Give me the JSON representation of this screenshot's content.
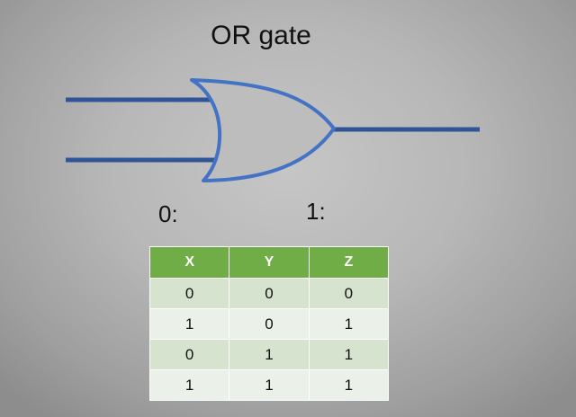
{
  "title": "OR gate",
  "labels": {
    "zero": "0:",
    "one": "1:"
  },
  "colors": {
    "gate_stroke": "#4472c4",
    "wire": "#2f5597",
    "header_bg": "#70ad47",
    "row_odd": "#d6e3cf",
    "row_even": "#ebf0e8"
  },
  "gate_icon": "or-gate-symbol",
  "truth_table": {
    "headers": [
      "X",
      "Y",
      "Z"
    ],
    "rows": [
      [
        "0",
        "0",
        "0"
      ],
      [
        "1",
        "0",
        "1"
      ],
      [
        "0",
        "1",
        "1"
      ],
      [
        "1",
        "1",
        "1"
      ]
    ]
  }
}
